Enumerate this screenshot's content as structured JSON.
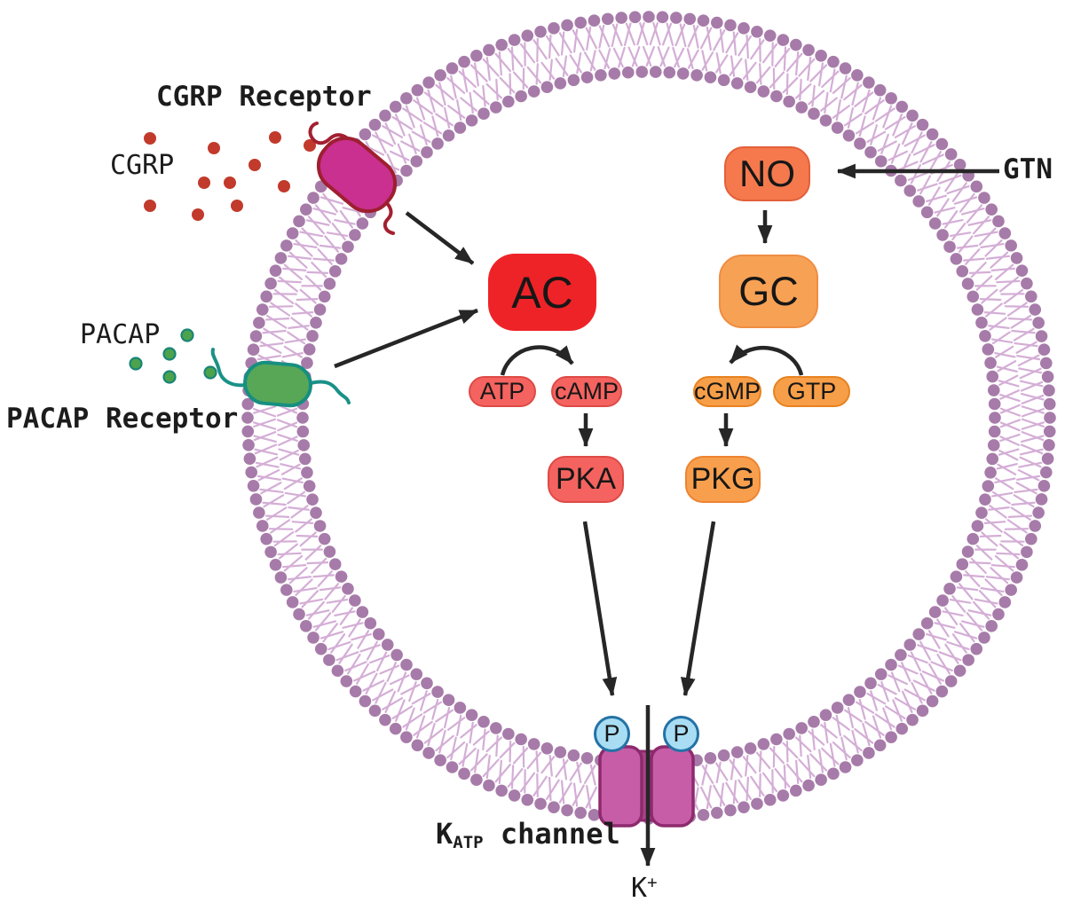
{
  "labels": {
    "cgrp_receptor": "CGRP Receptor",
    "cgrp": "CGRP",
    "pacap": "PACAP",
    "pacap_receptor": "PACAP Receptor",
    "gtn": "GTN",
    "katp_k": "K",
    "katp_sub": "ATP",
    "katp_rest": " channel",
    "k_ion_base": "K",
    "k_ion_sup": "+"
  },
  "nodes": {
    "ac": {
      "label": "AC",
      "fill": "#ee2328",
      "border": "#d8161c"
    },
    "no": {
      "label": "NO",
      "fill": "#f5794d",
      "border": "#e2603a"
    },
    "gc": {
      "label": "GC",
      "fill": "#f7a155",
      "border": "#ef8d43"
    },
    "atp": {
      "label": "ATP",
      "fill": "#f4635f",
      "border": "#de4a46"
    },
    "camp": {
      "label": "cAMP",
      "fill": "#f4635f",
      "border": "#de4a46"
    },
    "cgmp": {
      "label": "cGMP",
      "fill": "#f79e48",
      "border": "#e8821f"
    },
    "gtp": {
      "label": "GTP",
      "fill": "#f79e48",
      "border": "#e8821f"
    },
    "pka": {
      "label": "PKA",
      "fill": "#f4635f",
      "border": "#de4a46"
    },
    "pkg": {
      "label": "PKG",
      "fill": "#f89f4e",
      "border": "#ee8331"
    },
    "p_left": {
      "label": "P",
      "fill": "#a9ddf3",
      "border": "#2472a6"
    },
    "p_right": {
      "label": "P",
      "fill": "#a9ddf3",
      "border": "#2472a6"
    }
  },
  "colors": {
    "membrane_head": "#a77ba9",
    "membrane_tail": "#d4aed6",
    "arrow": "#262626",
    "cgrp_receptor_fill": "#c9308f",
    "cgrp_receptor_border": "#9e1f30",
    "cgrp_squiggle": "#a32031",
    "cgrp_dot": "#c23a2c",
    "pacap_receptor_fill": "#57a757",
    "pacap_receptor_border": "#178f80",
    "pacap_squiggle": "#1a9187",
    "pacap_dot_fill": "#4ca34c",
    "pacap_dot_border": "#1a8577",
    "channel_fill": "#c75da6",
    "channel_mid": "#ab4389",
    "channel_border": "#8d2a6e"
  },
  "edges": [
    {
      "from": "CGRP receptor",
      "to": "AC"
    },
    {
      "from": "PACAP receptor",
      "to": "AC"
    },
    {
      "from": "GTN",
      "to": "NO"
    },
    {
      "from": "NO",
      "to": "GC"
    },
    {
      "from": "ATP",
      "to": "cAMP",
      "via": "AC"
    },
    {
      "from": "GTP",
      "to": "cGMP",
      "via": "GC"
    },
    {
      "from": "cAMP",
      "to": "PKA"
    },
    {
      "from": "cGMP",
      "to": "PKG"
    },
    {
      "from": "PKA",
      "to": "KATP channel (P site)"
    },
    {
      "from": "PKG",
      "to": "KATP channel (P site)"
    },
    {
      "from": "KATP channel",
      "to": "K+ efflux"
    }
  ]
}
